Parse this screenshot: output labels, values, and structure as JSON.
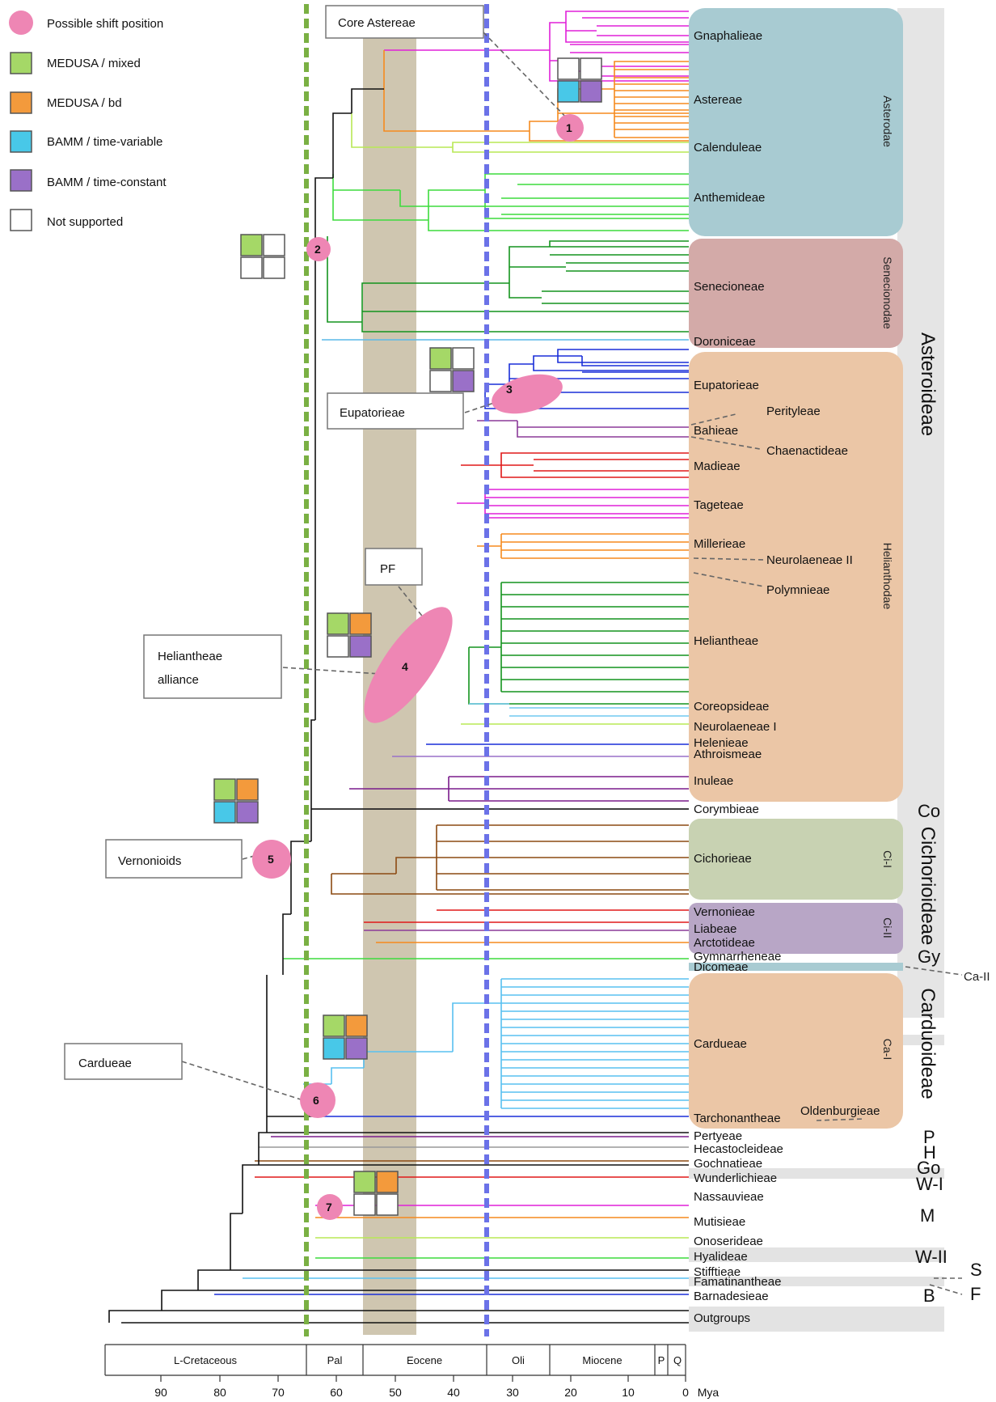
{
  "legend": [
    {
      "label": "Possible shift position",
      "shape": "circle",
      "color": "#ee86b4"
    },
    {
      "label": "MEDUSA  / mixed",
      "shape": "square",
      "color": "#a5d867"
    },
    {
      "label": "MEDUSA  / bd",
      "shape": "square",
      "color": "#f39a3c"
    },
    {
      "label": "BAMM / time-variable",
      "shape": "square",
      "color": "#48c8e8"
    },
    {
      "label": "BAMM / time-constant",
      "shape": "square",
      "color": "#9a70c8"
    },
    {
      "label": "Not supported",
      "shape": "square",
      "color": "#ffffff"
    }
  ],
  "callouts": {
    "core_astereae": "Core Astereae",
    "eupatorieae": "Eupatorieae",
    "pf": "PF",
    "heliantheae_alliance_1": "Heliantheae",
    "heliantheae_alliance_2": "alliance",
    "vernonioids": "Vernonioids",
    "cardueae": "Cardueae"
  },
  "shift_numbers": [
    "1",
    "2",
    "3",
    "4",
    "5",
    "6",
    "7"
  ],
  "tribes": [
    "Gnaphalieae",
    "Astereae",
    "Calenduleae",
    "Anthemideae",
    "Senecioneae",
    "Doroniceae",
    "Eupatorieae",
    "Bahieae",
    "Madieae",
    "Tageteae",
    "Millerieae",
    "Heliantheae",
    "Coreopsideae",
    "Neurolaeneae I",
    "Helenieae",
    "Athroismeae",
    "Inuleae",
    "Corymbieae",
    "Cichorieae",
    "Vernonieae",
    "Liabeae",
    "Arctotideae",
    "Gymnarrheneae",
    "Dicomeae",
    "Cardueae",
    "Tarchonantheae",
    "Pertyeae",
    "Hecastocleideae",
    "Gochnatieae",
    "Wunderlichieae",
    "Nassauvieae",
    "Mutisieae",
    "Onoserideae",
    "Hyalideae",
    "Stifftieae",
    "Famatinantheae",
    "Barnadesieae",
    "Outgroups"
  ],
  "side_tribes": {
    "perityleae": "Perityleae",
    "chaenactideae": "Chaenactideae",
    "neurolaeneae_ii": "Neurolaeneae II",
    "polymnieae": "Polymnieae",
    "oldenburgieae": "Oldenburgieae"
  },
  "supertribes": {
    "asterodae": "Asterodae",
    "senecionodae": "Senecionodae",
    "helianthodae": "Helianthodae",
    "ci_i": "Ci-I",
    "ci_ii": "Ci-II",
    "ca_i": "Ca-I",
    "ca_ii": "Ca-II"
  },
  "subfamilies": {
    "asteroideae": "Asteroideae",
    "co": "Co",
    "cichorioideae": "Cichorioideae",
    "gy": "Gy",
    "carduoideae": "Carduoideae",
    "p": "P",
    "h": "H",
    "go": "Go",
    "w_i": "W-I",
    "m": "M",
    "w_ii": "W-II",
    "s": "S",
    "f": "F",
    "b": "B"
  },
  "timescale": {
    "periods": [
      "L-Cretaceous",
      "Pal",
      "Eocene",
      "Oli",
      "Miocene",
      "P",
      "Q"
    ],
    "ticks": [
      "90",
      "80",
      "70",
      "60",
      "50",
      "40",
      "30",
      "20",
      "10",
      "0"
    ],
    "unit": "Mya"
  },
  "colors": {
    "gnaphalieae": "#e020d8",
    "astereae": "#f58a1e",
    "calenduleae": "#b8e855",
    "anthemideae": "#3ddc3d",
    "senecioneae": "#14941e",
    "doroniceae": "#5ab8e8",
    "eupatorieae": "#1a2fd8",
    "madieae": "#e01818",
    "coreopsideae": "#70c8f0",
    "inuleae": "#7a1c8c",
    "cichorieae": "#8c4a12",
    "cardueae": "#58c0f0",
    "shift": "#ee86b4",
    "green_line": "#7ab043",
    "blue_line": "#6b72e8",
    "eocene_band": "#c9bfa6",
    "asterodae": "#a8cbd2",
    "senecionodae": "#d3aaa8",
    "helianthodae": "#ebc6a6",
    "ci_i": "#c8d2b2",
    "ci_ii": "#b8a6c6"
  }
}
